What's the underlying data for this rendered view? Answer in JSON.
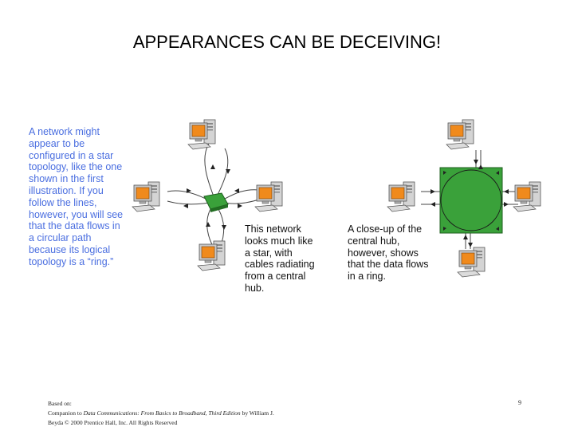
{
  "title": "APPEARANCES CAN BE DECEIVING!",
  "left_caption": [
    "A network might",
    "appear to be",
    "configured in a star",
    "topology, like the one",
    "shown in the first",
    "illustration. If you",
    "follow the lines,",
    "however, you will see",
    "that the data flows in",
    "a circular path",
    "because its logical",
    "topology is a “ring.”"
  ],
  "star_caption": [
    "This network",
    "looks much like",
    "a star, with",
    "cables radiating",
    "from a central",
    "hub."
  ],
  "closeup_caption": [
    "A close-up of the",
    "central hub,",
    "however, shows",
    "that the data flows",
    "in a ring."
  ],
  "footer": {
    "based_on": "Based on:",
    "companion_prefix": "Companion to ",
    "book_title": "Data Communications:  From Basics to Broadband, Third Edition",
    "by_author": " by William J.",
    "copyright": "Beyda © 2000 Prentice Hall, Inc.  All Rights Reserved"
  },
  "page_number": "9",
  "colors": {
    "caption_blue": "#4a6ee0",
    "hub_green": "#3aa13a",
    "monitor_orange": "#f08a1c",
    "computer_gray": "#c8c8c8"
  }
}
